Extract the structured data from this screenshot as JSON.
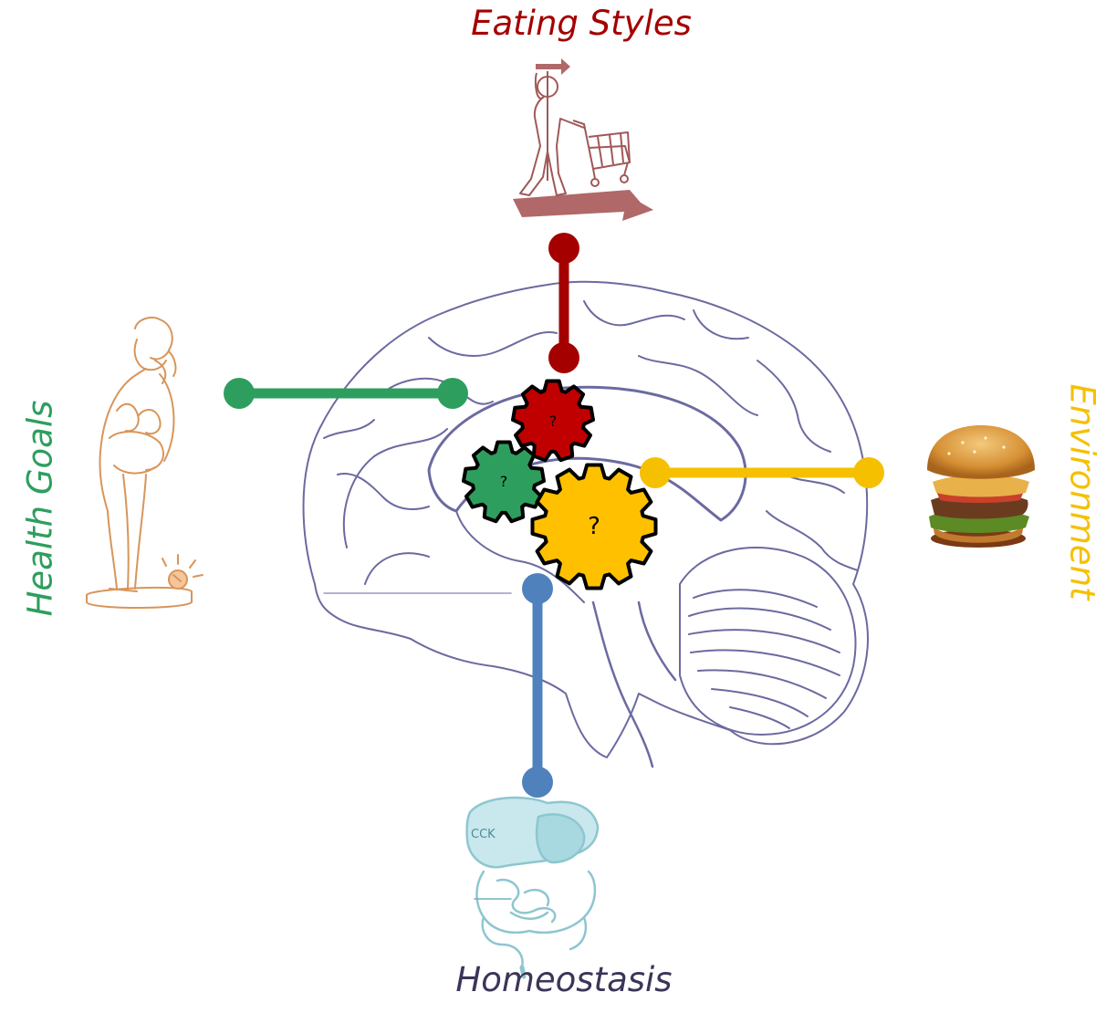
{
  "labels": {
    "eating_styles": "Eating Styles",
    "health_goals": "Health Goals",
    "environment": "Environment",
    "homeostasis": "Homeostasis"
  },
  "gears": {
    "red": "?",
    "green": "?",
    "yellow": "?"
  },
  "illustration_text": {
    "gut_label": "CCK"
  },
  "colors": {
    "eating_styles": "#a40000",
    "health_goals": "#2e9e5e",
    "environment": "#f5c000",
    "homeostasis": "#4f81bd",
    "homeostasis_label": "#3b3558",
    "brain_outline": "#6b6aa0",
    "person_sketch": "#d8955a",
    "cart_sketch": "#a05858",
    "gut_sketch": "#8ec6cf"
  }
}
